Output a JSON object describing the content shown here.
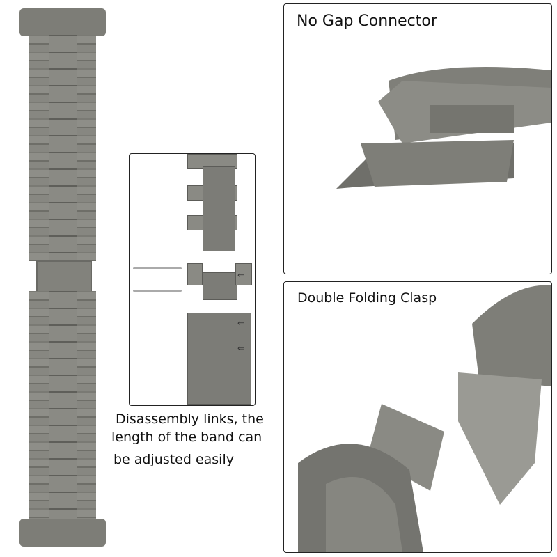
{
  "panels": {
    "connector_title": "No Gap Connector",
    "clasp_title": "Double Folding Clasp"
  },
  "caption": {
    "line1": "Disassembly links, the",
    "line2": "length of the band can",
    "line3": "be adjusted easily"
  },
  "colors": {
    "metal": "#86867f",
    "border": "#222222"
  }
}
